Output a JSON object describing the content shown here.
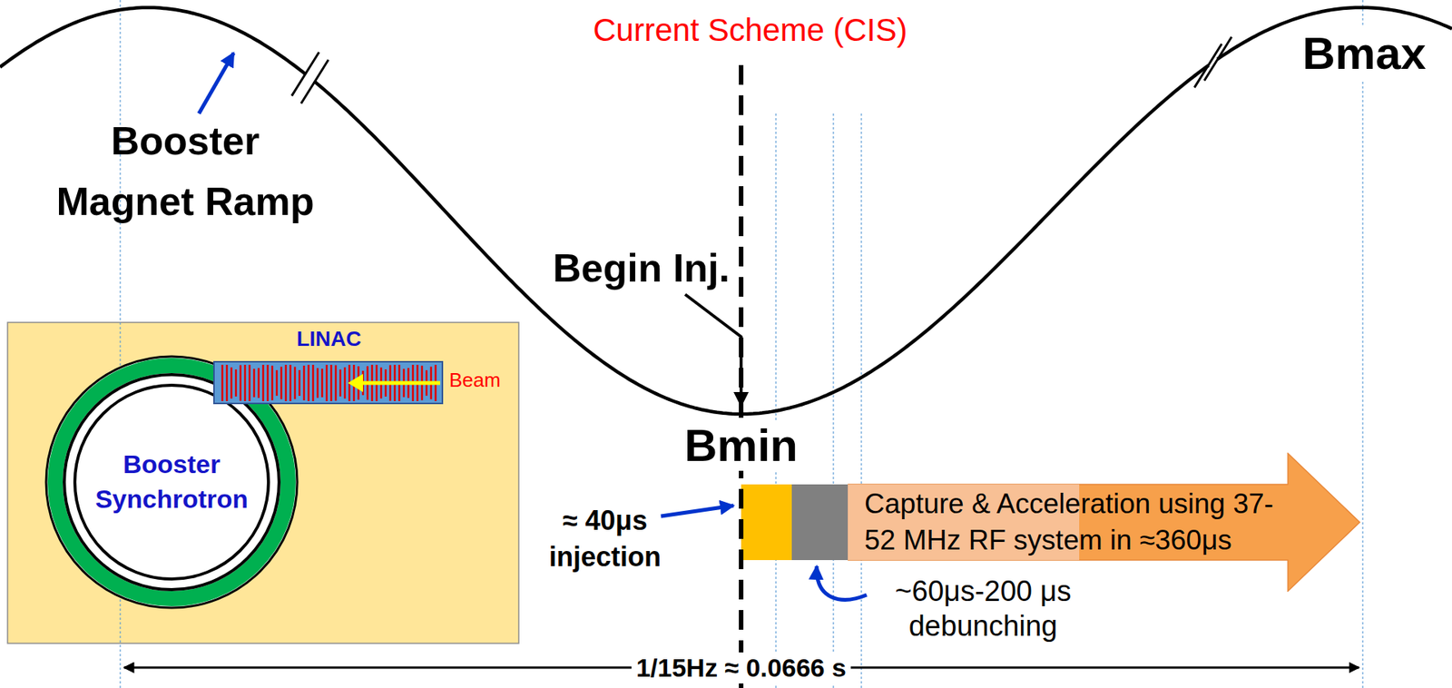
{
  "diagram": {
    "title": "Current Scheme (CIS)",
    "nodes": [
      {
        "text": [
          "Booster Synchrotron"
        ]
      },
      {
        "text": [
          "LINAC"
        ]
      },
      {
        "text": [
          "Capture & Acceleration using 37-52 MHz RF system in ≈360μs"
        ]
      }
    ],
    "labels": [
      "Booster Magnet Ramp",
      "Bmax",
      "Begin Inj.",
      "Bmin",
      "≈ 40μs injection",
      "~60μs-200 μs debunching",
      "Beam",
      "1/15Hz ≈ 0.0666 s"
    ]
  }
}
